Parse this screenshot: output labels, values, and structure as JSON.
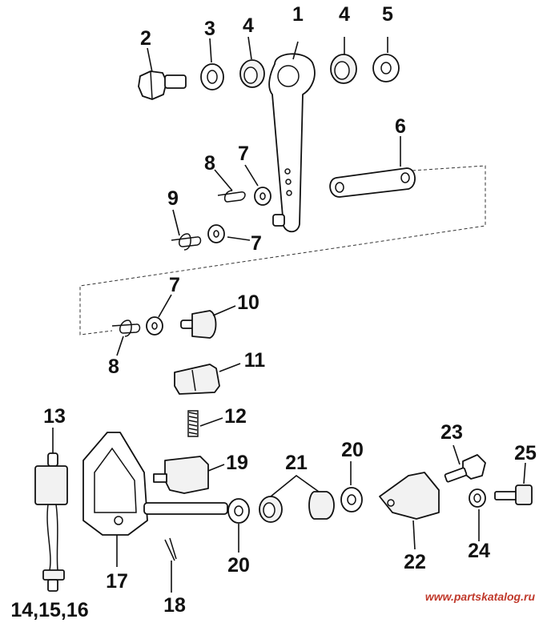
{
  "callouts": {
    "c1": "1",
    "c2": "2",
    "c3": "3",
    "c4a": "4",
    "c4b": "4",
    "c5": "5",
    "c6": "6",
    "c7a": "7",
    "c7b": "7",
    "c7c": "7",
    "c8a": "8",
    "c8b": "8",
    "c9": "9",
    "c10": "10",
    "c11": "11",
    "c12": "12",
    "c13": "13",
    "c14": "14,15,16",
    "c17": "17",
    "c18": "18",
    "c19": "19",
    "c20a": "20",
    "c20b": "20",
    "c21": "21",
    "c22": "22",
    "c23": "23",
    "c24": "24",
    "c25": "25"
  },
  "watermark": "www.partskatalog.ru",
  "colors": {
    "ink": "#111111",
    "watermark": "#c0392b",
    "background": "#ffffff"
  }
}
